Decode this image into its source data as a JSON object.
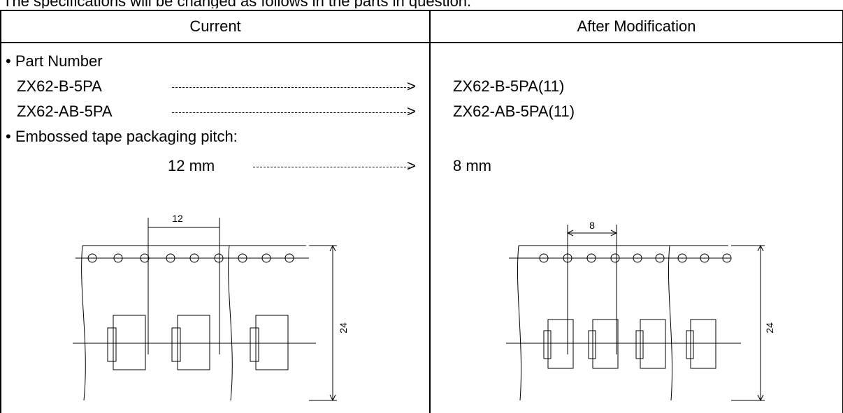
{
  "intro": "The specifications will be changed as follows in the parts in question.",
  "headers": {
    "current": "Current",
    "after": "After Modification"
  },
  "current": {
    "part_number_label": "• Part Number",
    "part1": "ZX62-B-5PA",
    "part2": "ZX62-AB-5PA",
    "pitch_label": "• Embossed tape packaging pitch:",
    "pitch_value": "12 mm",
    "drawing": {
      "pitch_dim": "12",
      "width_dim": "24"
    }
  },
  "after": {
    "part1": "ZX62-B-5PA(11)",
    "part2": "ZX62-AB-5PA(11)",
    "pitch_value": "8 mm",
    "drawing": {
      "pitch_dim": "8",
      "width_dim": "24"
    }
  },
  "arrow_glyph": ">"
}
